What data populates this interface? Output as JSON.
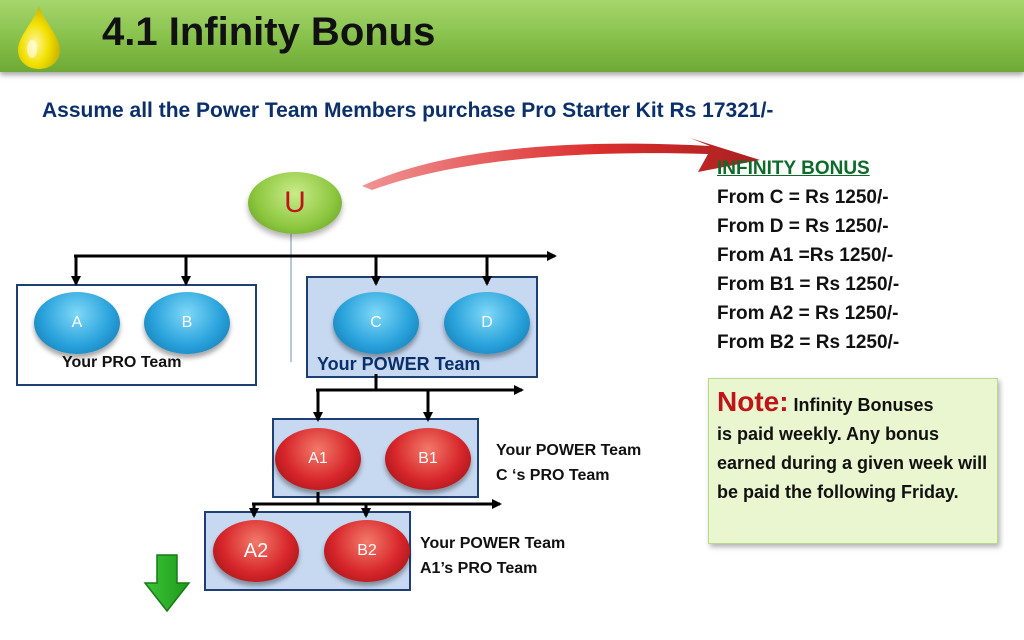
{
  "title": "4.1 Infinity Bonus",
  "headline": "Assume all the Power Team Members purchase Pro Starter Kit  Rs 17321/-",
  "diagram": {
    "root": "U",
    "nodes": {
      "a": "A",
      "b": "B",
      "c": "C",
      "d": "D",
      "a1": "A1",
      "b1": "B1",
      "a2": "A2",
      "b2": "B2"
    },
    "pro_team_label": "Your PRO Team",
    "power_team_label": "Your POWER Team",
    "c_group_label_1": "Your POWER Team",
    "c_group_label_2": "C ‘s PRO Team",
    "a1_group_label_1": "Your POWER Team",
    "a1_group_label_2": "A1’s PRO Team"
  },
  "bonus": {
    "heading": "INFINITY BONUS",
    "lines": [
      "From  C = Rs 1250/-",
      "From  D = Rs 1250/-",
      "From A1 =Rs 1250/-",
      "From B1 = Rs 1250/-",
      "From A2 = Rs 1250/-",
      "From B2 = Rs 1250/-"
    ]
  },
  "note": {
    "lead": "Note:",
    "first": " Infinity Bonuses",
    "body": "is  paid weekly. Any bonus earned during  a given week will be paid the following Friday."
  },
  "colors": {
    "title_bar": "#86c04a",
    "headline": "#0b2f6b",
    "bonus_heading": "#0d6a2a",
    "note_lead": "#c0141a",
    "group_box": "#c6d9f1",
    "group_border": "#1f3f73",
    "blue_node": "#2aa3dc",
    "red_node": "#d7262b"
  }
}
